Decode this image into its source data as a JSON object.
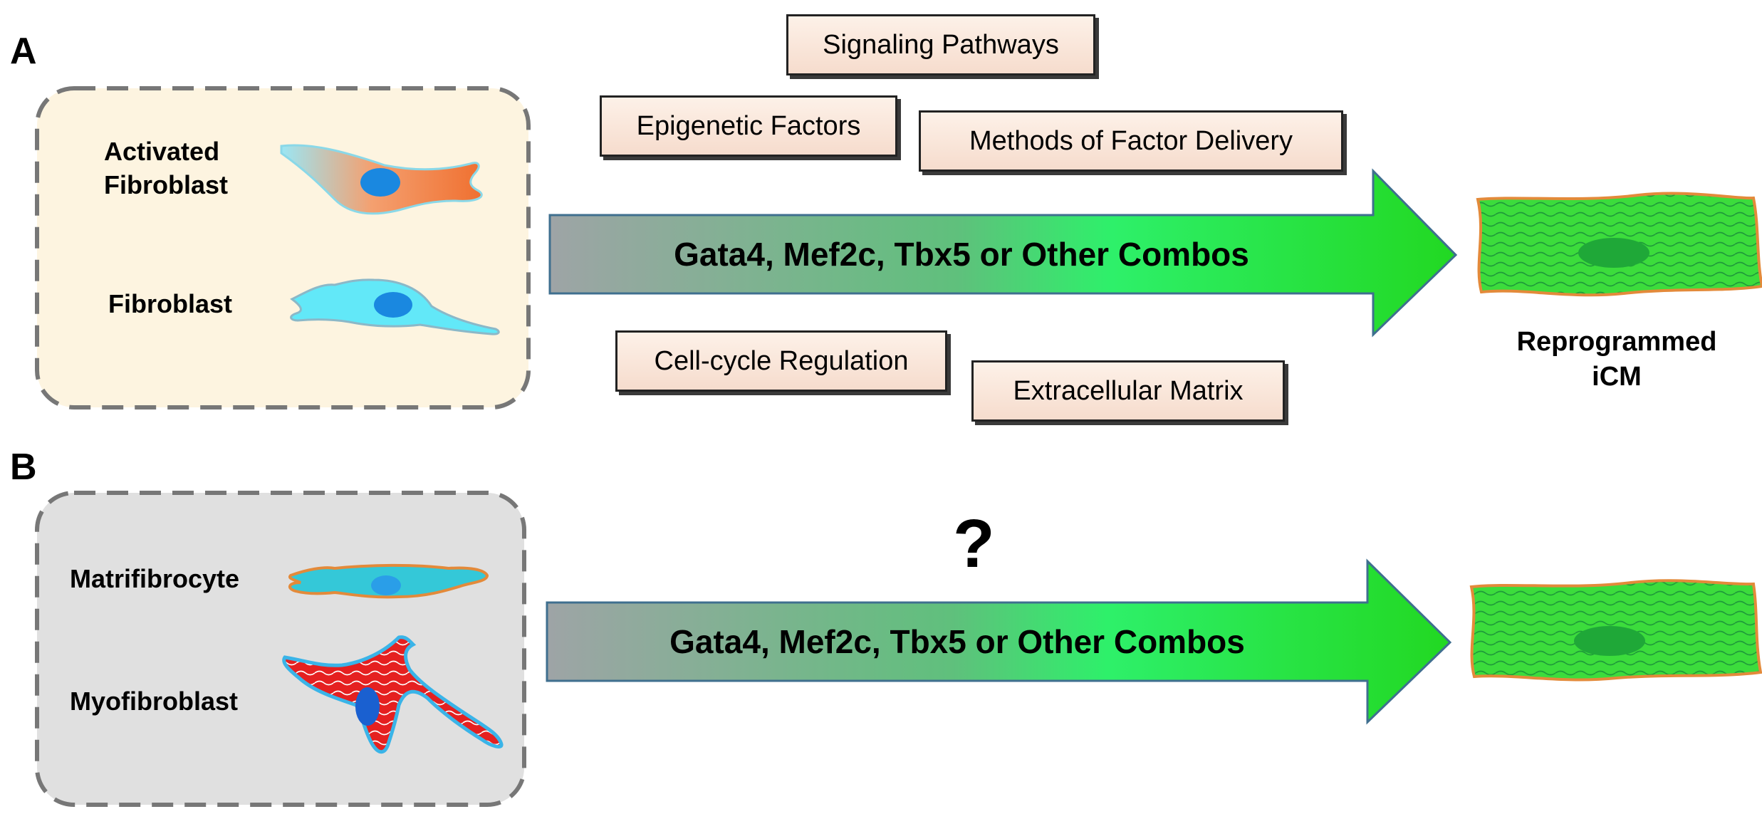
{
  "panel_a": {
    "letter": "A",
    "cells": {
      "activated_fibroblast": "Activated\nFibroblast",
      "fibroblast": "Fibroblast"
    },
    "factors": {
      "signaling_pathways": "Signaling Pathways",
      "epigenetic_factors": "Epigenetic Factors",
      "methods_of_factor_delivery": "Methods of Factor Delivery",
      "cell_cycle_regulation": "Cell-cycle Regulation",
      "extracellular_matrix": "Extracellular Matrix"
    },
    "arrow_label": "Gata4, Mef2c, Tbx5 or Other Combos",
    "result_label": "Reprogrammed\niCM"
  },
  "panel_b": {
    "letter": "B",
    "cells": {
      "matrifibrocyte": "Matrifibrocyte",
      "myofibroblast": "Myofibroblast"
    },
    "question_mark": "?",
    "arrow_label": "Gata4, Mef2c, Tbx5 or Other Combos"
  },
  "colors": {
    "box_a_fill": "#fdf4e0",
    "box_b_fill": "#e0e0e0",
    "arrow_start": "#9ea4a6",
    "arrow_end": "#22e022",
    "icm_fill": "#3cdc3c",
    "icm_outline": "#e38a3a",
    "fibroblast_cyan": "#62e8f8",
    "nucleus_blue": "#1a88e0",
    "activated_orange": "#f08040",
    "myofibroblast_red": "#e52020"
  }
}
